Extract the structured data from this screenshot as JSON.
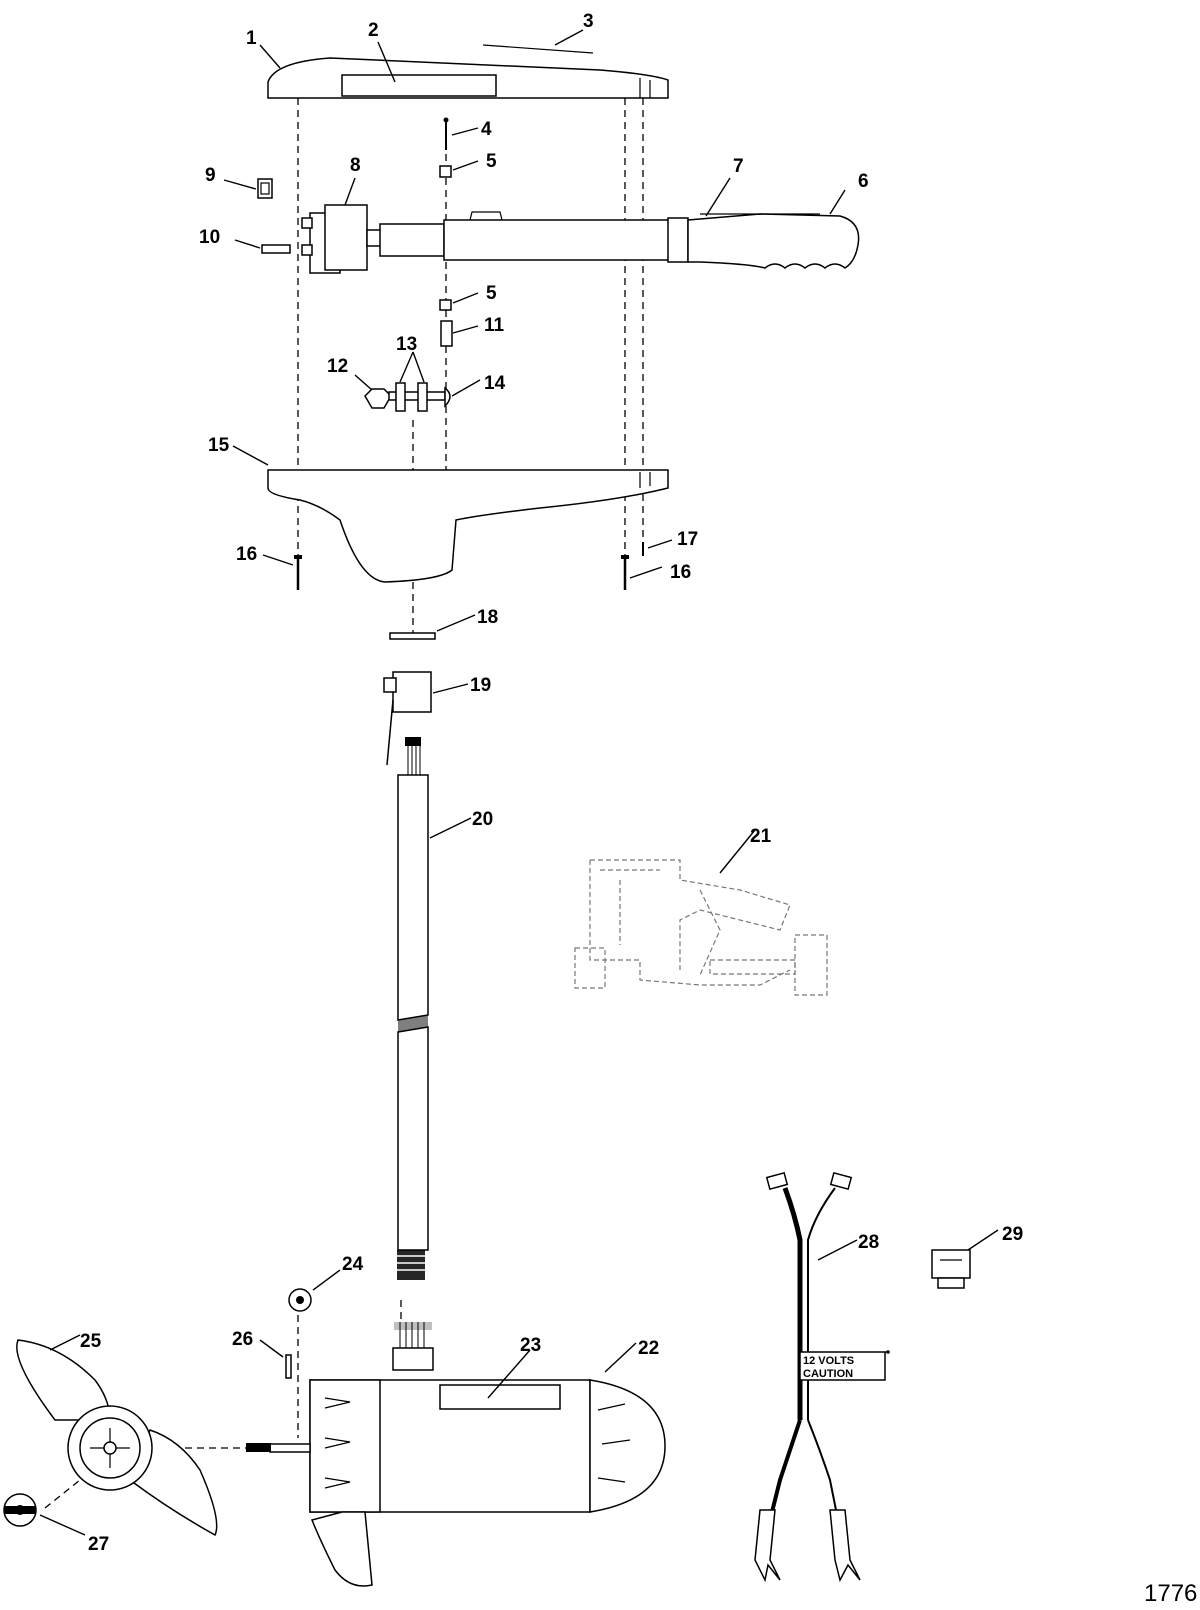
{
  "diagram": {
    "figure_number": "1776",
    "caution_label": {
      "line1": "12 VOLTS",
      "line2": "CAUTION"
    },
    "callouts": [
      "1",
      "2",
      "3",
      "4",
      "5",
      "5",
      "6",
      "7",
      "8",
      "9",
      "10",
      "11",
      "12",
      "13",
      "14",
      "15",
      "16",
      "16",
      "17",
      "18",
      "19",
      "20",
      "21",
      "22",
      "23",
      "24",
      "25",
      "26",
      "27",
      "28",
      "29"
    ]
  }
}
